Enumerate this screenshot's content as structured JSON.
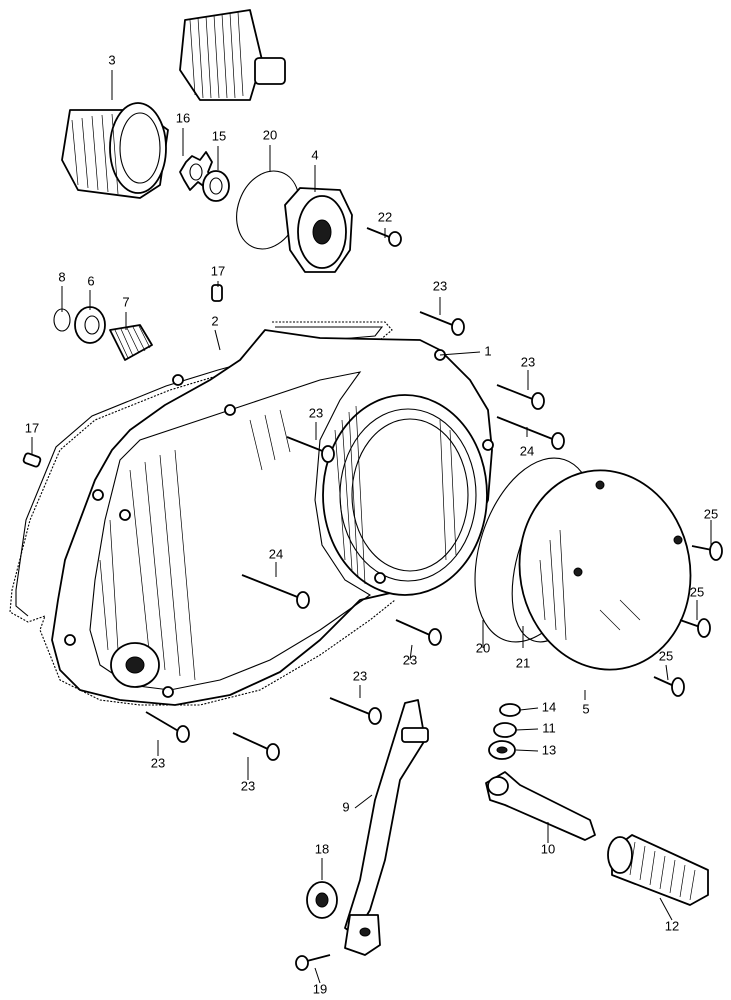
{
  "colors": {
    "ink": "#000000",
    "paper": "#ffffff"
  },
  "callouts": [
    {
      "id": "c1",
      "label": "1"
    },
    {
      "id": "c2",
      "label": "2"
    },
    {
      "id": "c3",
      "label": "3"
    },
    {
      "id": "c4",
      "label": "4"
    },
    {
      "id": "c5",
      "label": "5"
    },
    {
      "id": "c6",
      "label": "6"
    },
    {
      "id": "c7",
      "label": "7"
    },
    {
      "id": "c8",
      "label": "8"
    },
    {
      "id": "c9",
      "label": "9"
    },
    {
      "id": "c10",
      "label": "10"
    },
    {
      "id": "c11",
      "label": "11"
    },
    {
      "id": "c12",
      "label": "12"
    },
    {
      "id": "c13",
      "label": "13"
    },
    {
      "id": "c14",
      "label": "14"
    },
    {
      "id": "c15",
      "label": "15"
    },
    {
      "id": "c16",
      "label": "16"
    },
    {
      "id": "c17a",
      "label": "17"
    },
    {
      "id": "c17b",
      "label": "17"
    },
    {
      "id": "c18",
      "label": "18"
    },
    {
      "id": "c19",
      "label": "19"
    },
    {
      "id": "c20a",
      "label": "20"
    },
    {
      "id": "c20b",
      "label": "20"
    },
    {
      "id": "c21",
      "label": "21"
    },
    {
      "id": "c22",
      "label": "22"
    },
    {
      "id": "c23a",
      "label": "23"
    },
    {
      "id": "c23b",
      "label": "23"
    },
    {
      "id": "c23c",
      "label": "23"
    },
    {
      "id": "c23d",
      "label": "23"
    },
    {
      "id": "c23e",
      "label": "23"
    },
    {
      "id": "c23f",
      "label": "23"
    },
    {
      "id": "c23g",
      "label": "23"
    },
    {
      "id": "c24a",
      "label": "24"
    },
    {
      "id": "c24b",
      "label": "24"
    },
    {
      "id": "c25a",
      "label": "25"
    },
    {
      "id": "c25b",
      "label": "25"
    },
    {
      "id": "c25c",
      "label": "25"
    }
  ]
}
